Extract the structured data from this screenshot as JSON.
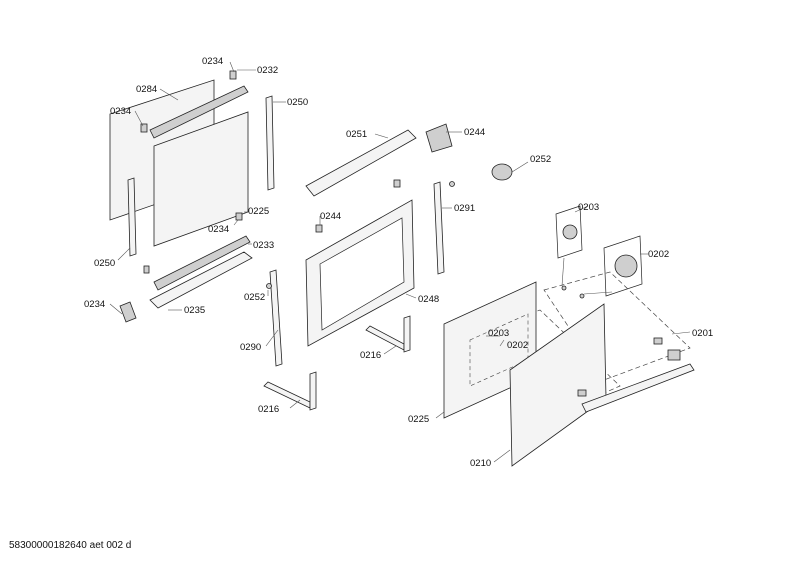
{
  "labels": {
    "l0234a": "0234",
    "l0232": "0232",
    "l0284": "0284",
    "l0234b": "0234",
    "l0250a": "0250",
    "l0251": "0251",
    "l0244a": "0244",
    "l0252a": "0252",
    "l0225a": "0225",
    "l0234c": "0234",
    "l0233": "0233",
    "l0244b": "0244",
    "l0291": "0291",
    "l0203a": "0203",
    "l0250b": "0250",
    "l0202a": "0202",
    "l0234d": "0234",
    "l0252b": "0252",
    "l0235": "0235",
    "l0248": "0248",
    "l0203b": "0203",
    "l0202b": "0202",
    "l0201": "0201",
    "l0290": "0290",
    "l0216a": "0216",
    "l0216b": "0216",
    "l0225b": "0225",
    "l0210": "0210"
  },
  "footer": {
    "code": "58300000182640 aet 002 d"
  }
}
